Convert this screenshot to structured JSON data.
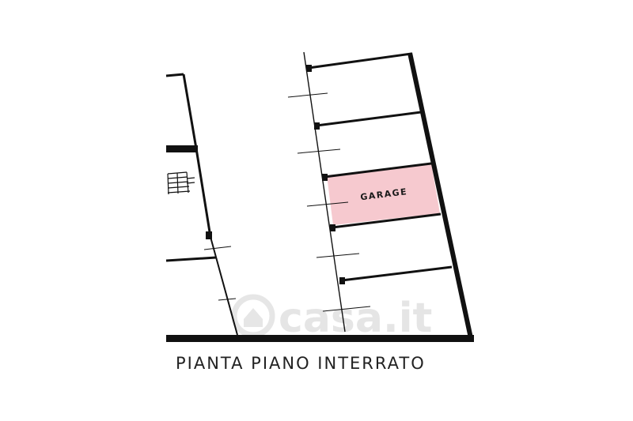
{
  "plan": {
    "title": "PIANTA PIANO INTERRATO",
    "garage_label": "GARAGE",
    "garage_fill": "#f6c9cf",
    "wall_color": "#111111"
  },
  "watermark": {
    "text": "casa.it"
  }
}
